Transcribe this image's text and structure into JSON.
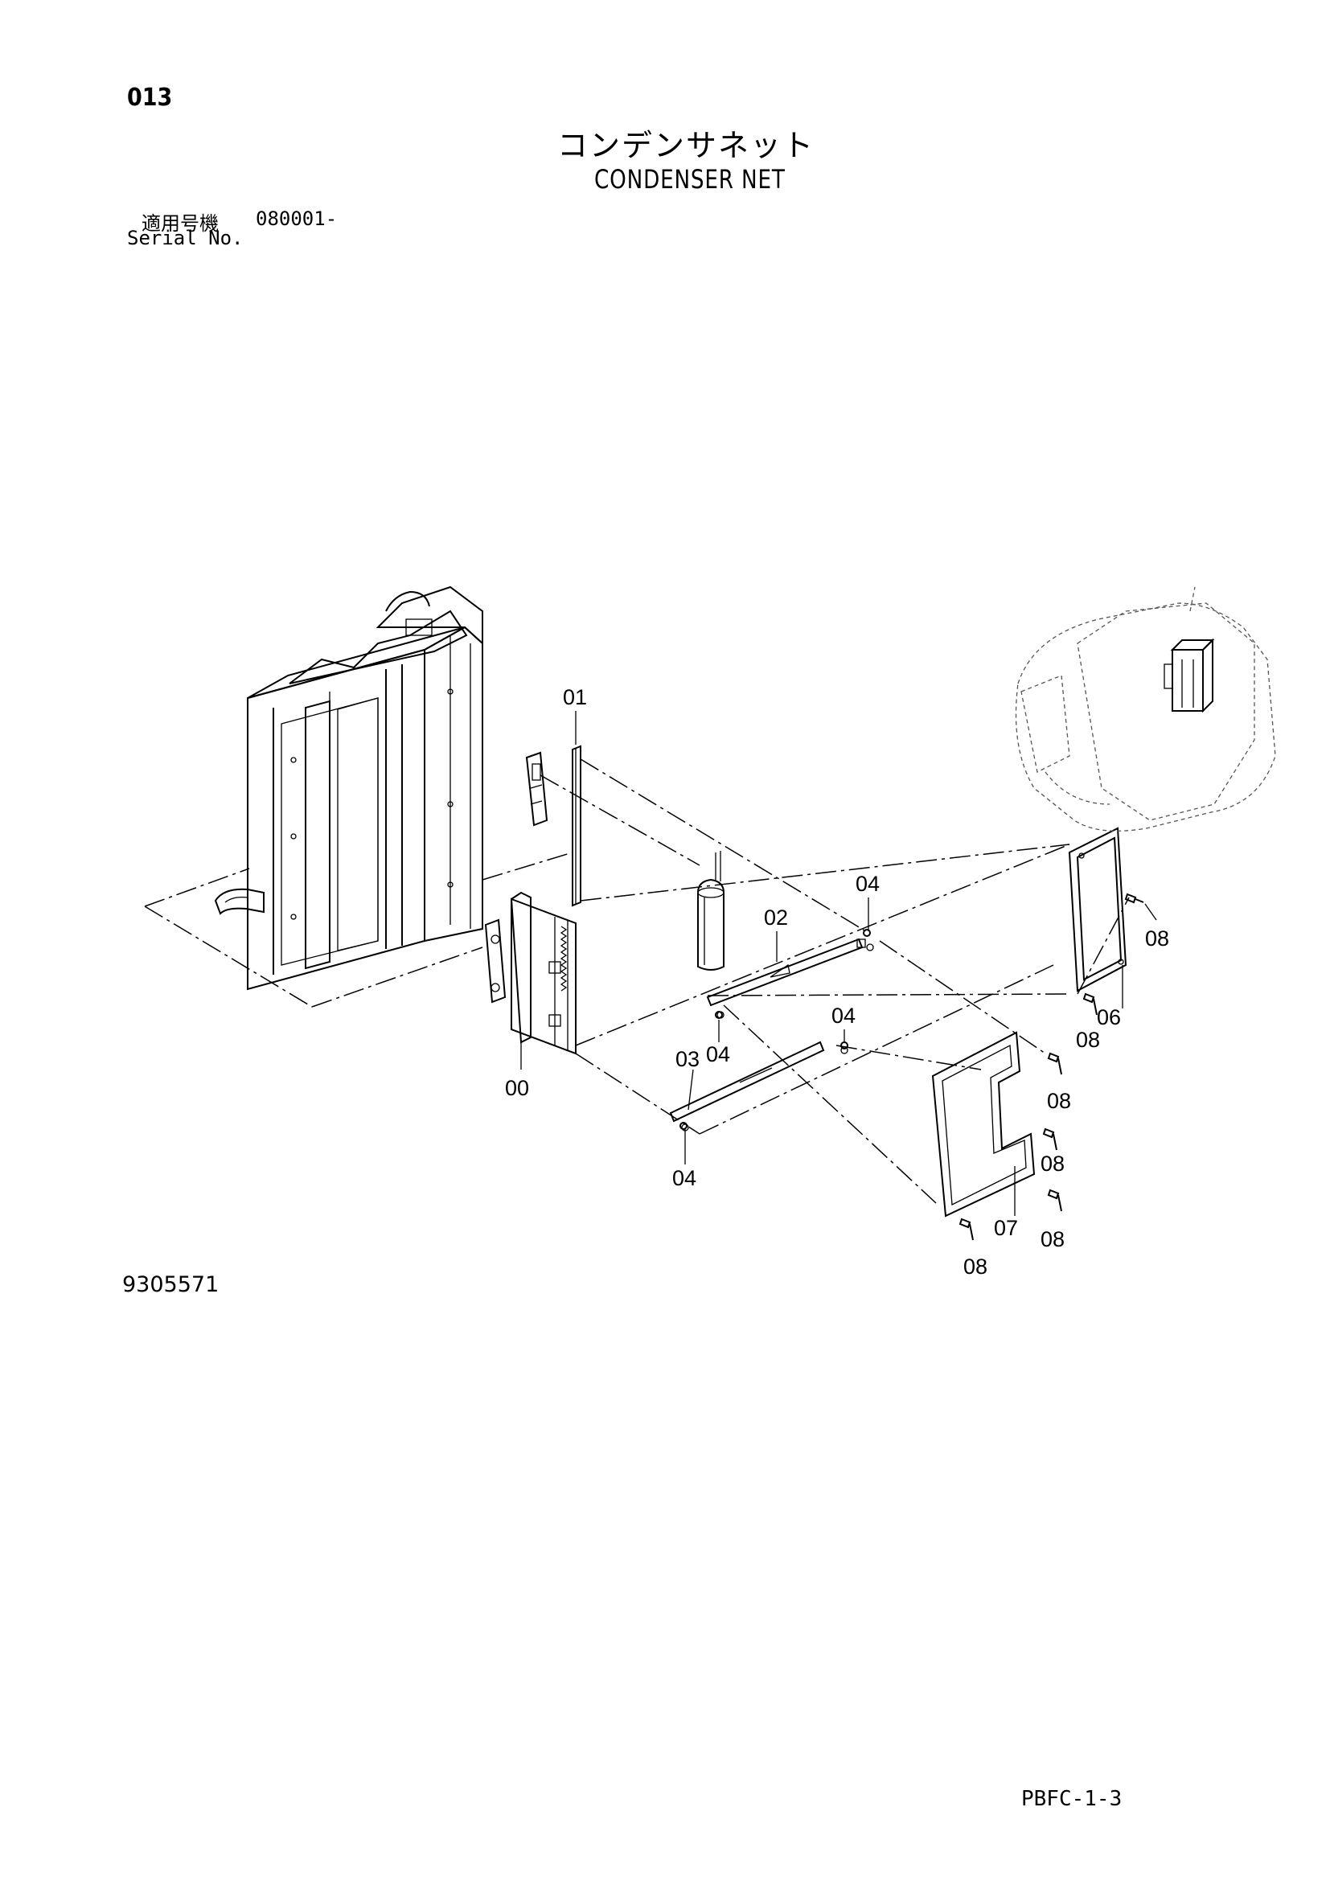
{
  "header": {
    "page_code": "013",
    "title_jp": "コンデンサネット",
    "title_en": "CONDENSER NET"
  },
  "serial": {
    "label_jp": "適用号機",
    "value": "080001-",
    "label_en": "Serial No."
  },
  "callouts": {
    "c00": "00",
    "c01": "01",
    "c02": "02",
    "c03": "03",
    "c04a": "04",
    "c04b": "04",
    "c04c": "04",
    "c04d": "04",
    "c06": "06",
    "c07": "07",
    "c08a": "08",
    "c08b": "08",
    "c08c": "08",
    "c08d": "08",
    "c08e": "08",
    "c08f": "08"
  },
  "footer": {
    "drawing_number": "9305571",
    "page_ref": "PBFC-1-3"
  }
}
